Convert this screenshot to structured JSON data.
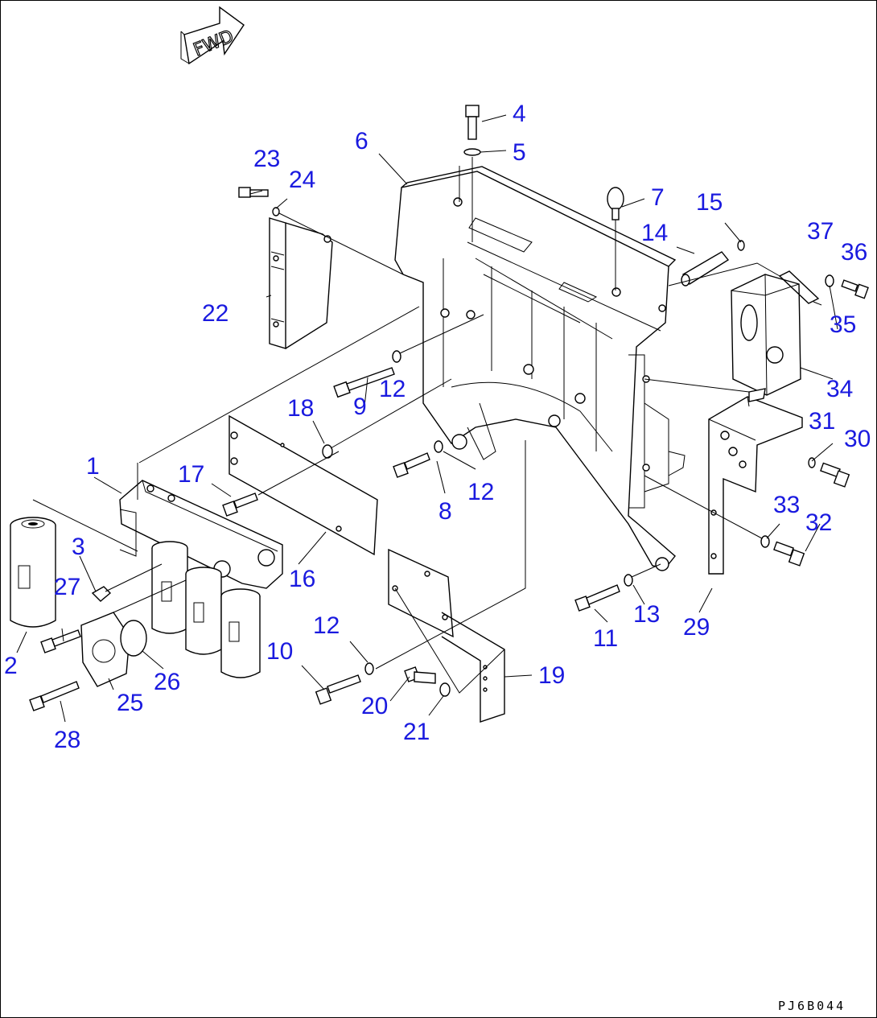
{
  "diagram": {
    "forward_label": "FWD",
    "drawing_code": "PJ6B044",
    "callouts": [
      "1",
      "2",
      "3",
      "4",
      "5",
      "6",
      "7",
      "8",
      "9",
      "10",
      "11",
      "12",
      "13",
      "14",
      "15",
      "16",
      "17",
      "18",
      "19",
      "20",
      "21",
      "22",
      "23",
      "24",
      "25",
      "26",
      "27",
      "28",
      "29",
      "30",
      "31",
      "32",
      "33",
      "34",
      "35",
      "36",
      "37",
      "12",
      "12",
      "12"
    ],
    "colors": {
      "callout": "#1a1adf",
      "line": "#000000",
      "background": "#ffffff"
    }
  }
}
